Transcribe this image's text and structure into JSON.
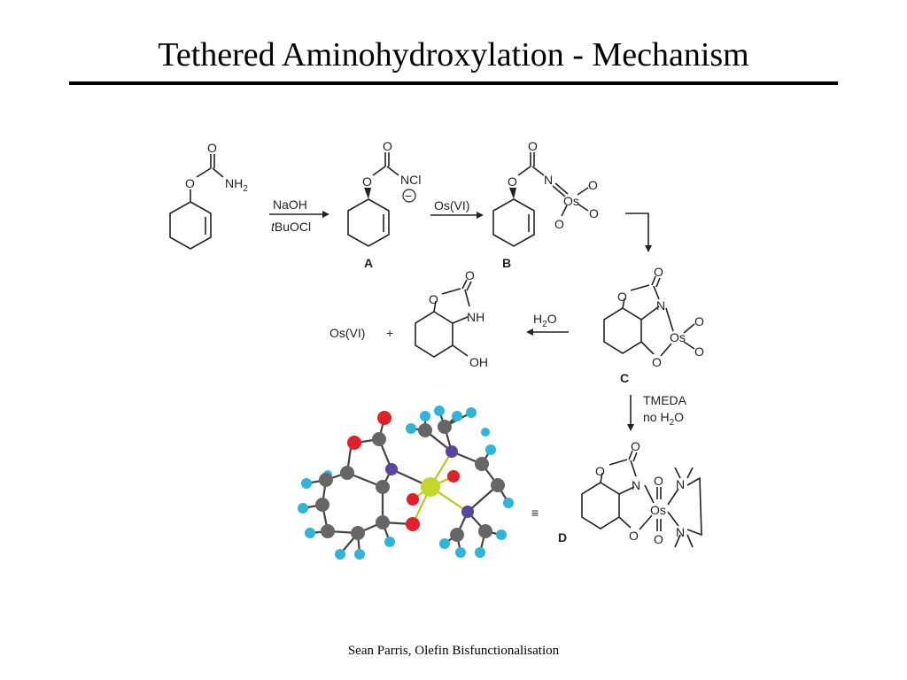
{
  "slide": {
    "title": "Tethered Aminohydroxylation - Mechanism",
    "footer": "Sean Parris, Olefin Bisfunctionalisation"
  },
  "scheme": {
    "reagents_step1": {
      "line1": "NaOH",
      "line2_prefix": "t",
      "line2_rest": "BuOCl"
    },
    "reagent_step2": "Os(VI)",
    "reagent_step3": {
      "main": "H",
      "sub": "2",
      "tail": "O"
    },
    "reagent_step4": {
      "line1": "TMEDA",
      "line2_prefix": "no H",
      "line2_sub": "2",
      "line2_tail": "O"
    },
    "labels": {
      "A": "A",
      "B": "B",
      "C": "C",
      "D": "D"
    },
    "atoms": {
      "O": "O",
      "N": "N",
      "Os": "Os",
      "NH": "NH",
      "OH": "OH",
      "NH2_main": "NH",
      "NH2_sub": "2",
      "NCl": "NCl",
      "charge": "−"
    },
    "byproduct": "Os(VI)",
    "plus": "+",
    "equivalent": "≡"
  }
}
